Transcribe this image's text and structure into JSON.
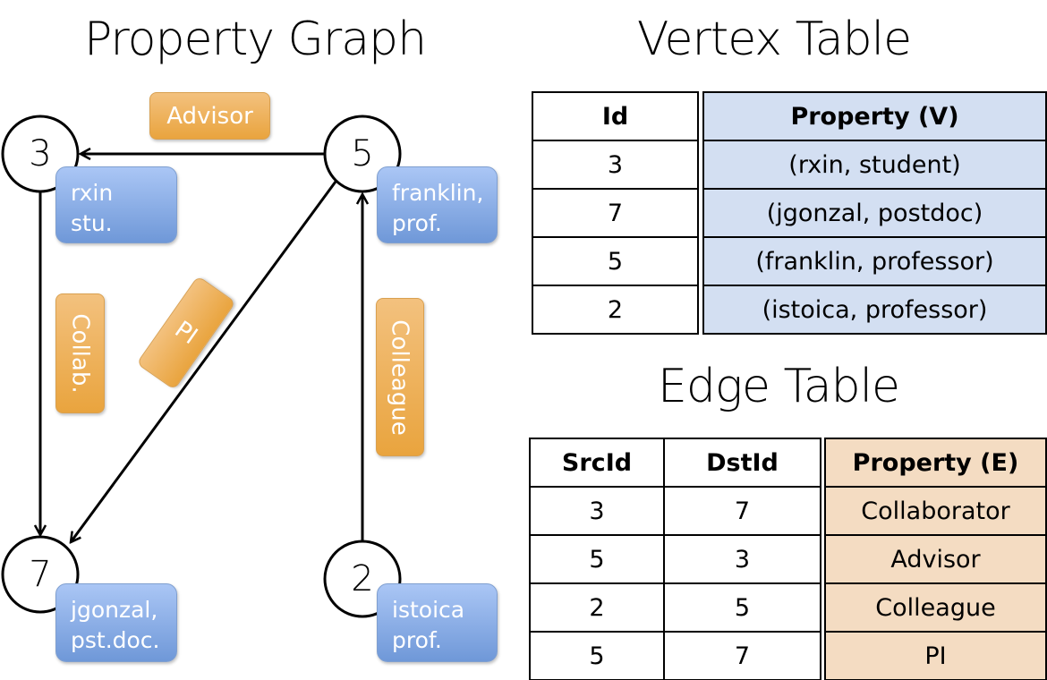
{
  "titles": {
    "graph": "Property Graph",
    "vertex_table": "Vertex Table",
    "edge_table": "Edge Table"
  },
  "colors": {
    "vertex_label": "#7fa4e0",
    "edge_label": "#eca94a",
    "vertex_table_property": "#d3dff2",
    "edge_table_property": "#f4dcc2"
  },
  "graph": {
    "vertices": [
      {
        "id": "3",
        "line1": "rxin",
        "line2": "stu."
      },
      {
        "id": "5",
        "line1": "franklin,",
        "line2": "prof."
      },
      {
        "id": "7",
        "line1": "jgonzal,",
        "line2": "pst.doc."
      },
      {
        "id": "2",
        "line1": "istoica",
        "line2": "prof."
      }
    ],
    "edges": [
      {
        "src": "5",
        "dst": "3",
        "label": "Advisor"
      },
      {
        "src": "3",
        "dst": "7",
        "label": "Collab."
      },
      {
        "src": "5",
        "dst": "7",
        "label": "PI"
      },
      {
        "src": "2",
        "dst": "5",
        "label": "Colleague"
      }
    ]
  },
  "vertex_table": {
    "headers": [
      "Id",
      "Property (V)"
    ],
    "rows": [
      [
        "3",
        "(rxin, student)"
      ],
      [
        "7",
        "(jgonzal, postdoc)"
      ],
      [
        "5",
        "(franklin, professor)"
      ],
      [
        "2",
        "(istoica, professor)"
      ]
    ]
  },
  "edge_table": {
    "headers": [
      "SrcId",
      "DstId",
      "Property (E)"
    ],
    "rows": [
      [
        "3",
        "7",
        "Collaborator"
      ],
      [
        "5",
        "3",
        "Advisor"
      ],
      [
        "2",
        "5",
        "Colleague"
      ],
      [
        "5",
        "7",
        "PI"
      ]
    ]
  }
}
